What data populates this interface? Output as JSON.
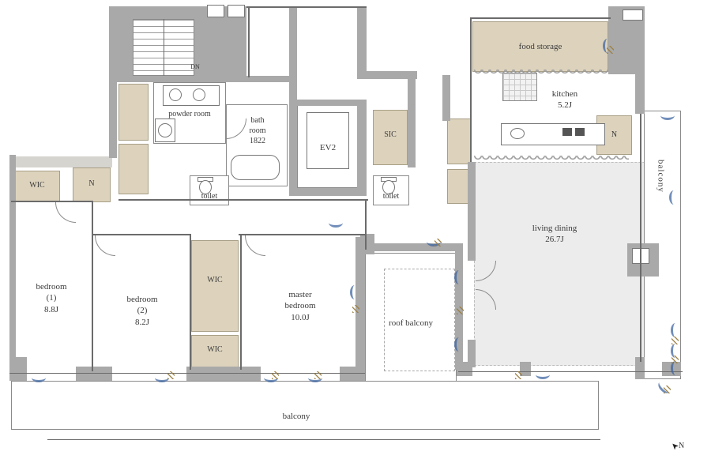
{
  "title": "apartment floor plan",
  "colors": {
    "wall_gray": "#a9a9a9",
    "closet_beige": "#ddd3bd",
    "living_fill": "#ececec",
    "window_blue": "#3a62a0",
    "vent_tan": "#9a7e3f"
  },
  "rooms": {
    "food_storage": {
      "label": "food storage"
    },
    "kitchen": {
      "label": "kitchen\n5.2J"
    },
    "powder_room": {
      "label": "powder room"
    },
    "bath_room": {
      "label": "bath\nroom\n1822"
    },
    "elevator": {
      "label": "EV2"
    },
    "sic": {
      "label": "SIC"
    },
    "toilet_left": {
      "label": "toilet"
    },
    "toilet_right": {
      "label": "toilet"
    },
    "wic_left": {
      "label": "WIC"
    },
    "storage_left": {
      "label": "N"
    },
    "storage_right": {
      "label": "N"
    },
    "bedroom_1": {
      "label": "bedroom\n(1)\n8.8J"
    },
    "bedroom_2": {
      "label": "bedroom\n(2)\n8.2J"
    },
    "wic_mid_upper": {
      "label": "WIC"
    },
    "wic_mid_lower": {
      "label": "WIC"
    },
    "master_bedroom": {
      "label": "master\nbedroom\n10.0J"
    },
    "roof_balcony": {
      "label": "roof balcony"
    },
    "living_dining": {
      "label": "living dining\n26.7J"
    },
    "balcony_bottom": {
      "label": "balcony"
    },
    "balcony_right": {
      "label": "balcony"
    }
  },
  "stairs": {
    "label": "DN"
  },
  "compass": {
    "label": "N"
  }
}
